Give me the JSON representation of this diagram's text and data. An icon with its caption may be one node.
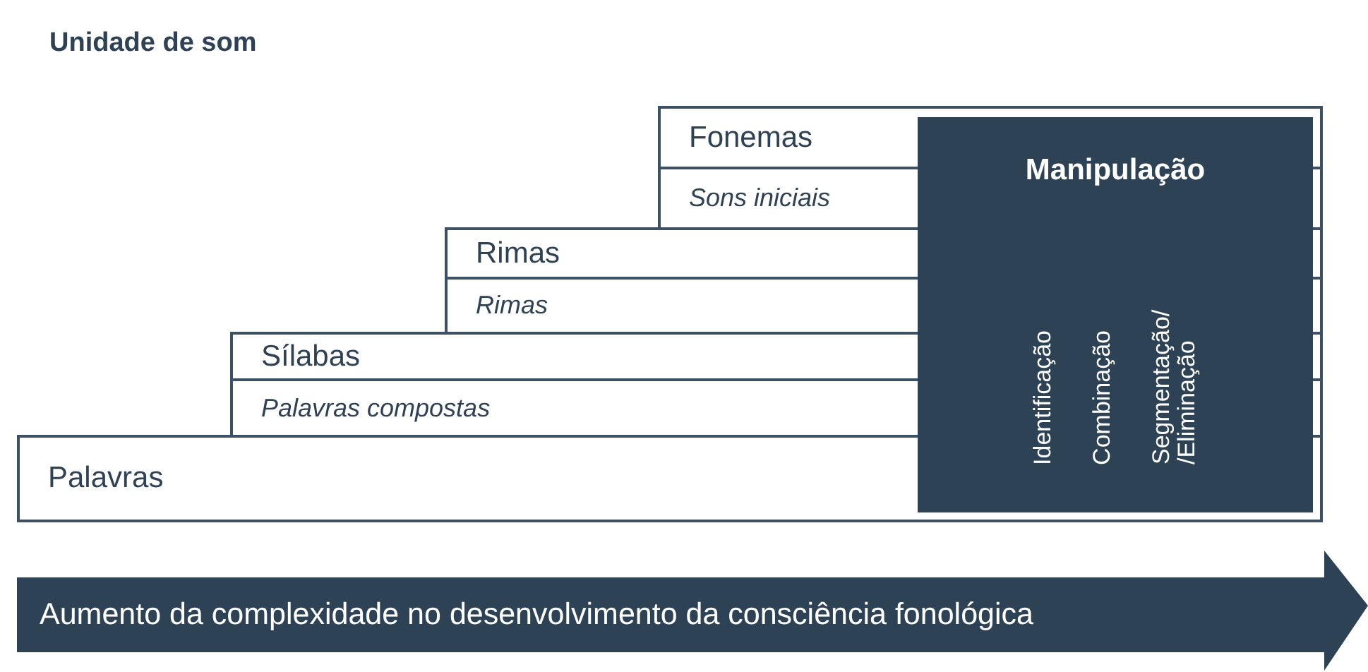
{
  "diagram": {
    "title": "Unidade de som",
    "nodes": [
      {
        "text": [
          "Palavras"
        ]
      },
      {
        "text": [
          "Sílabas",
          "Palavras compostas"
        ]
      },
      {
        "text": [
          "Rimas",
          "Rimas"
        ]
      },
      {
        "text": [
          "Fonemas",
          "Sons iniciais"
        ]
      },
      {
        "text": [
          "Manipulação",
          "Identificação",
          "Combinação",
          "Segmentação/ /Eliminação"
        ]
      },
      {
        "text": [
          "Aumento da complexidade no desenvolvimento da consciência fonológica"
        ]
      }
    ]
  }
}
